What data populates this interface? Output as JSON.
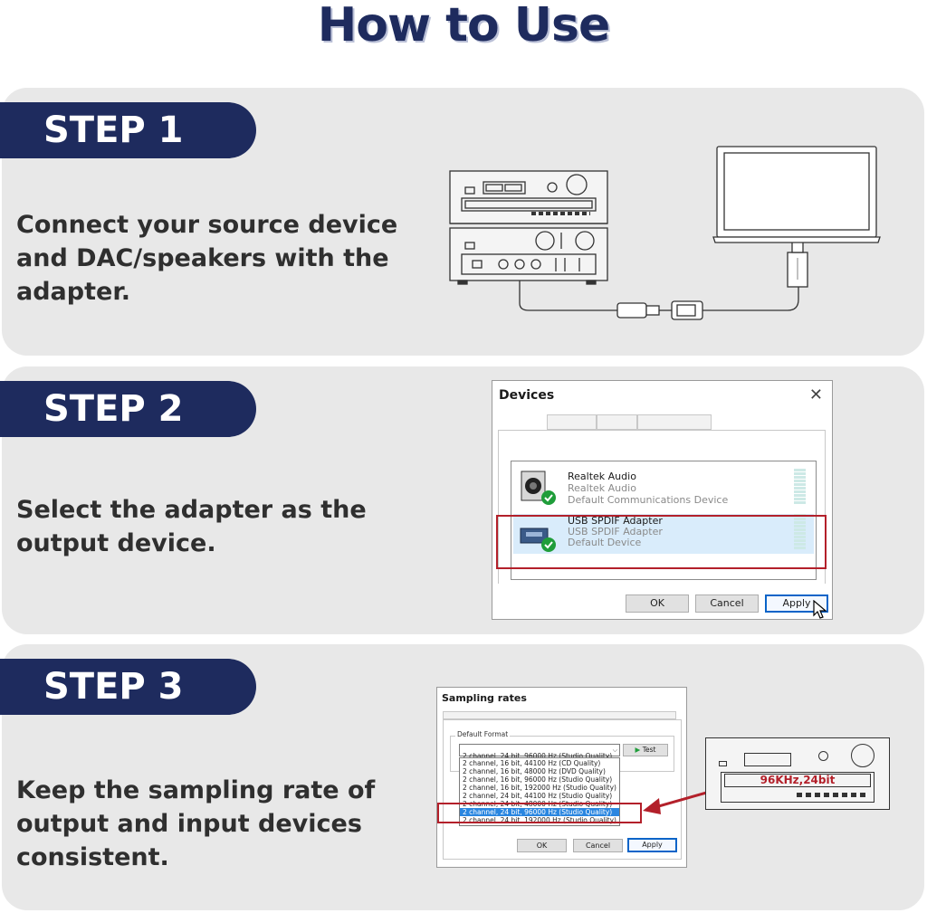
{
  "title": "How to Use",
  "steps": [
    {
      "label": "STEP 1",
      "text": "Connect your source device and DAC/speakers with the adapter."
    },
    {
      "label": "STEP 2",
      "text": "Select the adapter as the output device."
    },
    {
      "label": "STEP 3",
      "text": "Keep the sampling rate of output and input devices consistent."
    }
  ],
  "devices_dialog": {
    "title": "Devices",
    "devices": [
      {
        "name": "Realtek Audio",
        "sub": "Realtek Audio",
        "status": "Default Communications Device"
      },
      {
        "name": "USB SPDIF Adapter",
        "sub": "USB SPDIF Adapter",
        "status": "Default Device"
      }
    ],
    "ok": "OK",
    "cancel": "Cancel",
    "apply": "Apply"
  },
  "sampling_dialog": {
    "title": "Sampling rates",
    "group_label": "Default Format",
    "selected": "2 channel, 24 bit, 96000 Hz (Studio Quality)",
    "test": "Test",
    "options": [
      "2 channel, 16 bit, 44100 Hz (CD Quality)",
      "2 channel, 16 bit, 48000 Hz (DVD Quality)",
      "2 channel, 16 bit, 96000 Hz (Studio Quality)",
      "2 channel, 16 bit, 192000 Hz (Studio Quality)",
      "2 channel, 24 bit, 44100 Hz (Studio Quality)",
      "2 channel, 24 bit, 48000 Hz (Studio Quality)",
      "2 channel, 24 bit, 96000 Hz (Studio Quality)",
      "2 channel, 24 bit, 192000 Hz (Studio Quality)"
    ],
    "selected_index": 6,
    "ok": "OK",
    "cancel": "Cancel",
    "apply": "Apply"
  },
  "receiver_display": "96KHz,24bit",
  "colors": {
    "navy": "#1e2b5e",
    "panel": "#e8e8e8",
    "highlight": "#b3202a",
    "selection": "#2a86e0"
  }
}
